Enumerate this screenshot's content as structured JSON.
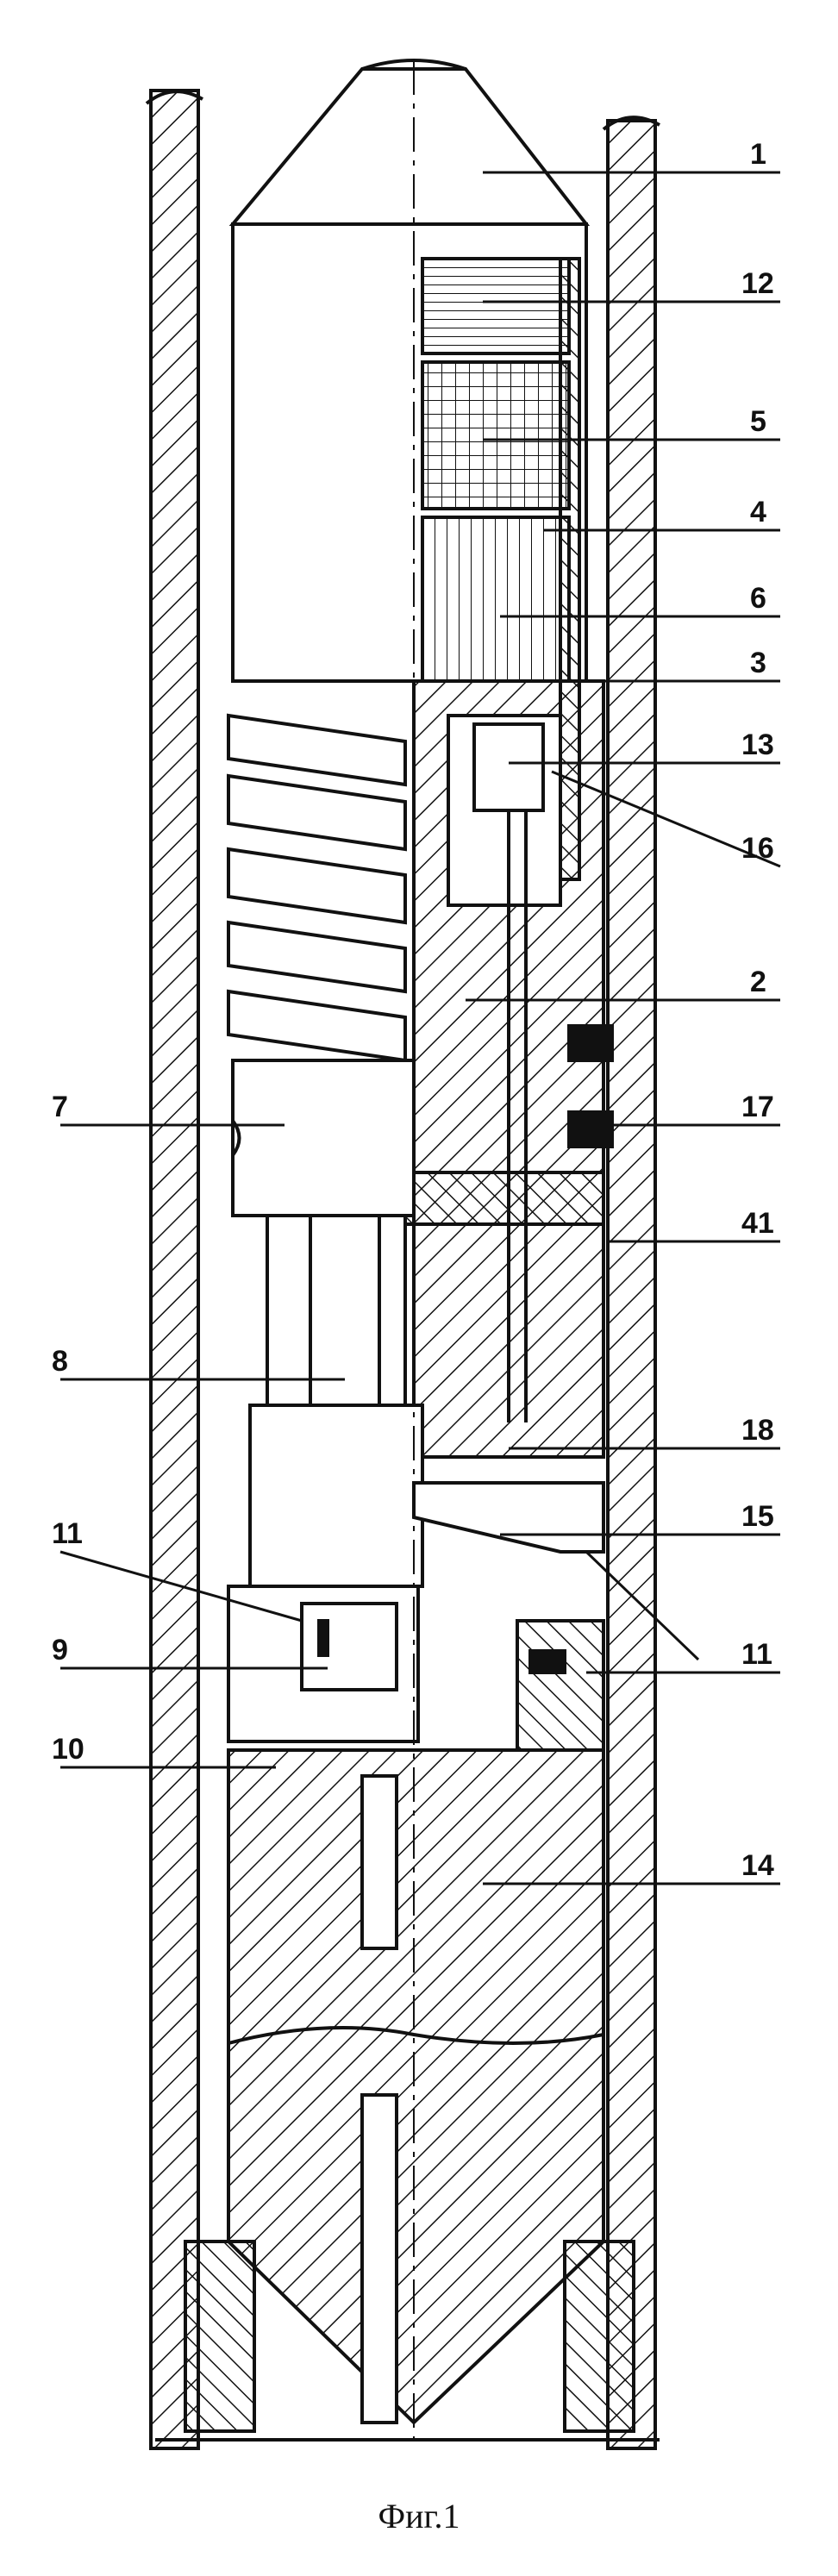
{
  "caption": "Фиг.1",
  "callouts": [
    "1",
    "12",
    "5",
    "4",
    "6",
    "3",
    "13",
    "16",
    "2",
    "17",
    "41",
    "7",
    "8",
    "18",
    "15",
    "11",
    "9",
    "10",
    "11",
    "14"
  ]
}
